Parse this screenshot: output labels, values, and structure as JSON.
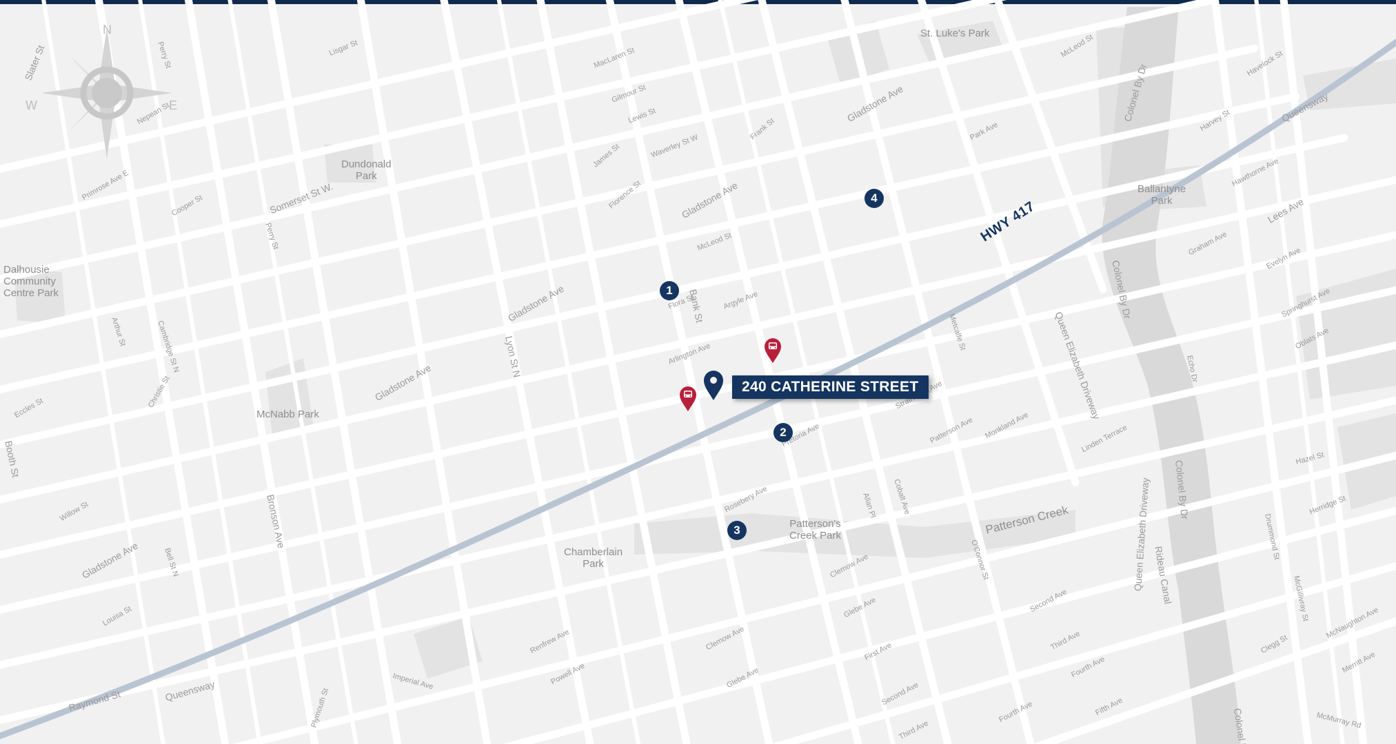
{
  "map": {
    "highway_label": "HWY 417",
    "callout_label": "240 CATHERINE STREET",
    "compass": {
      "n": "N",
      "e": "E",
      "w": "W"
    },
    "markers": [
      {
        "label": "1"
      },
      {
        "label": "2"
      },
      {
        "label": "3"
      },
      {
        "label": "4"
      }
    ],
    "bus_stops": [
      {
        "icon": "bus-icon"
      },
      {
        "icon": "bus-icon"
      }
    ],
    "parks": {
      "st_lukes": "St. Luke's Park",
      "dundonald": "Dundonald\nPark",
      "dalhousie": "Dalhousie\nCommunity\nCentre Park",
      "mcnabb": "McNabb Park",
      "ballantyne": "Ballantyne\nPark",
      "chamberlain": "Chamberlain\nPark",
      "pattersons": "Patterson's\nCreek Park",
      "patterson_creek": "Patterson Creek"
    },
    "streets": {
      "somerset": "Somerset St W.",
      "gladstone_1": "Gladstone Ave",
      "gladstone_2": "Gladstone Ave",
      "gladstone_3": "Gladstone Ave",
      "gladstone_4": "Gladstone Ave",
      "gladstone_5": "Gladstone Ave",
      "bank": "Bank St",
      "lyon": "Lyon St N",
      "bronson": "Bronson Ave",
      "booth": "Booth St",
      "slater": "Slater St",
      "colonel_by_1": "Colonel By Dr",
      "colonel_by_2": "Colonel By Dr",
      "colonel_by_3": "Colonel By Dr",
      "colonel_by_4": "Colonel By Dr",
      "queen_elizabeth_1": "Queen Elizabeth Driveway",
      "queen_elizabeth_2": "Queen Elizabeth Driveway",
      "rideau": "Rideau Canal",
      "queensway_1": "Queensway",
      "queensway_2": "Queensway",
      "lees": "Lees Ave",
      "raymond": "Raymond St",
      "perry_1": "Perry St",
      "perry_2": "Perry St",
      "mclaren": "MacLaren St",
      "gilmour": "Gilmour St",
      "james": "James St",
      "florence": "Florence St",
      "mcleod": "McLeod St",
      "flora": "Flora St",
      "arlington": "Arlington Ave",
      "argyle": "Argyle Ave",
      "frank": "Frank St",
      "waverley": "Waverley St W",
      "lewis": "Lewis St",
      "park": "Park Ave",
      "pretoria": "Pretoria Ave",
      "strathcona": "Strathcona Ave",
      "patterson": "Patterson Ave",
      "monkland": "Monkland Ave",
      "linden": "Linden Terrace",
      "rosebery": "Rosebery Ave",
      "clemow_1": "Clemow Ave",
      "clemow_2": "Clemow Ave",
      "glebe_1": "Glebe Ave",
      "glebe_2": "Glebe Ave",
      "first": "First Ave",
      "second_1": "Second Ave",
      "second_2": "Second Ave",
      "third_1": "Third Ave",
      "third_2": "Third Ave",
      "fourth_1": "Fourth Ave",
      "fourth_2": "Fourth Ave",
      "fifth": "Fifth Ave",
      "powell": "Powell Ave",
      "renfrew": "Renfrew Ave",
      "imperial": "Imperial Ave",
      "plymouth": "Plymouth St",
      "bell": "Bell St N",
      "arthur": "Arthur St",
      "cambridge": "Cambridge St N",
      "christie": "Christie St",
      "eccles": "Eccles St",
      "willow": "Willow St",
      "louisa": "Louisa St",
      "cooper": "Cooper St",
      "lisgar": "Lisgar St",
      "nepean": "Nepean St",
      "primrose": "Primrose Ave E",
      "echo": "Echo Dr",
      "graham": "Graham Ave",
      "hawthorne": "Hawthorne Ave",
      "evelyn": "Evelyn Ave",
      "springhurst": "Springhurst Ave",
      "oblats": "Oblats Ave",
      "harvey": "Harvey St",
      "havelock": "Havelock St",
      "mcleod_east": "McLeod St",
      "hazel": "Hazel St",
      "herridge": "Herridge St",
      "drummond": "Drummond St",
      "mcgillivray": "McGillivray St",
      "clegg": "Clegg St",
      "mcnaughton": "McNaughton Ave",
      "merritt": "Merritt Ave",
      "mcmurray": "McMurray Rd",
      "oriole": "O'Connor St",
      "allan": "Allan Pl",
      "cobalt": "Cobalt Ave",
      "melville": "Metcalfe St"
    }
  }
}
